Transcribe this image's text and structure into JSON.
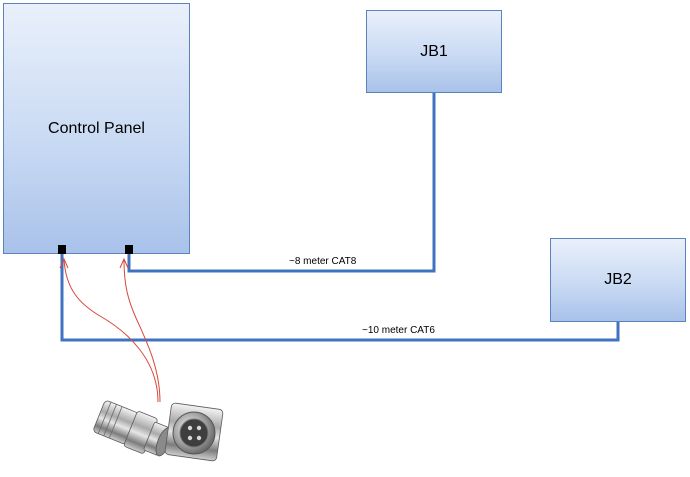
{
  "nodes": {
    "control_panel": "Control Panel",
    "jb1": "JB1",
    "jb2": "JB2"
  },
  "cables": {
    "cat8": "~8 meter CAT8",
    "cat6": "~10 meter CAT6"
  },
  "colors": {
    "cable": "#3f73c0",
    "arrow": "#d9473a",
    "box_border": "#5b84bd"
  },
  "icons": {
    "connector": "aviation-connector-photo"
  }
}
